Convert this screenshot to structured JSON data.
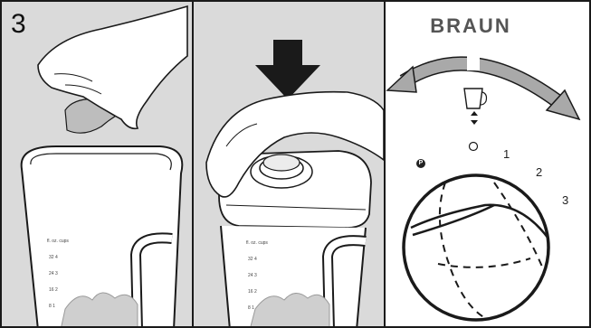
{
  "step_number": "3",
  "brand": "BRAUN",
  "speed_levels": [
    "1",
    "2",
    "3"
  ],
  "pulse_label": "P",
  "jar_markings": {
    "header": "fl. oz. cups",
    "rows": [
      "32 4",
      "24 3",
      "16 2",
      "8 1"
    ]
  },
  "colors": {
    "panel_bg": "#dadada",
    "line": "#1a1a1a",
    "arrow_fill": "#a9a9a9"
  }
}
